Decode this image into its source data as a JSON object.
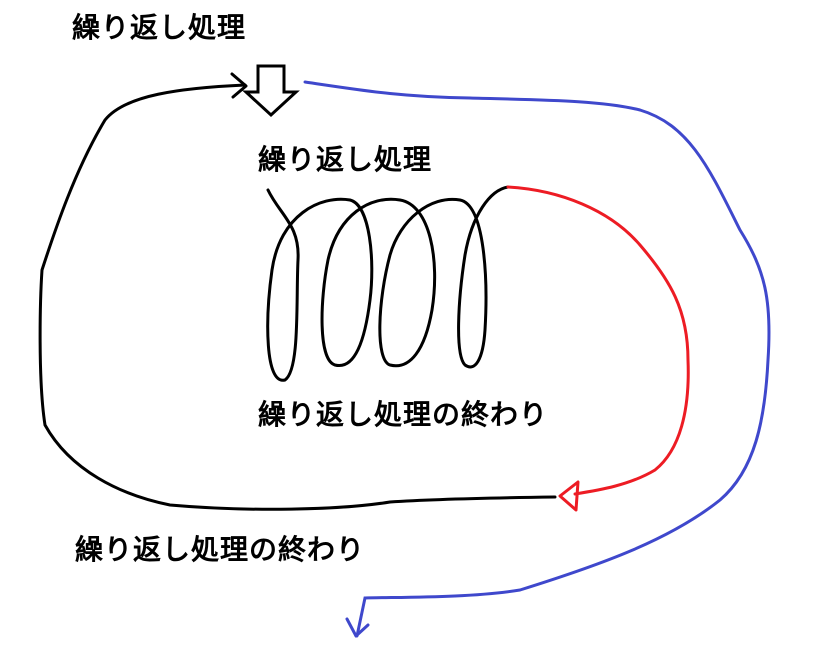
{
  "labels": {
    "outer_loop_start": "繰り返し処理",
    "inner_loop_start": "繰り返し処理",
    "inner_loop_end": "繰り返し処理の終わり",
    "outer_loop_end": "繰り返し処理の終わり"
  },
  "colors": {
    "outer_loop": "#000000",
    "inner_exit": "#ed1c24",
    "outer_exit": "#3f48cc"
  }
}
